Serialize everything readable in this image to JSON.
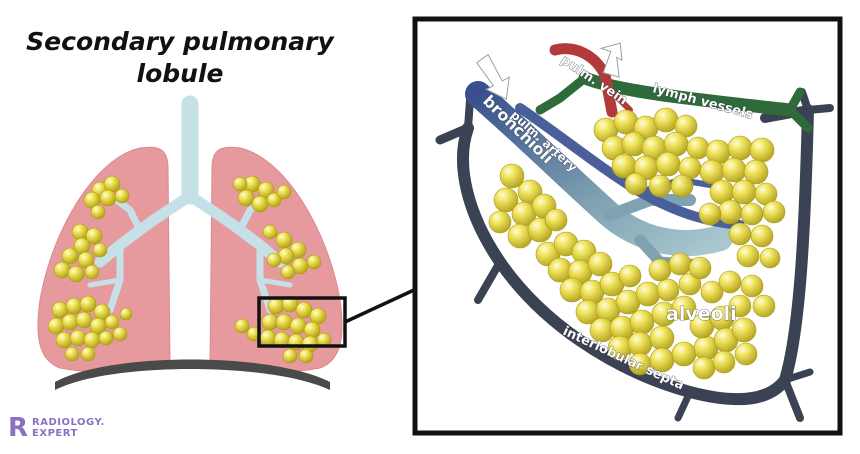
{
  "title": {
    "line1": "Secondary pulmonary",
    "line2": "lobule"
  },
  "labels": {
    "pulm_vein": "pulm. vein",
    "lymph_vessels": "lymph vessels",
    "bronchioli": "bronchioli",
    "pulm_artery": "pulm. artery",
    "alveoli": "alveoli",
    "interlobular_septa": "interlobular septa"
  },
  "logo": {
    "mark": "R",
    "line1": "RADIOLOGY.",
    "line2": "EXPERT"
  },
  "colors": {
    "lung": "#e79a9e",
    "airway": "#c6e0e7",
    "alveoli": "#eadc3a",
    "septa": "#3a4254",
    "vein": "#b23a3a",
    "lymph": "#2f6b3a",
    "artery": "#4a5f9a",
    "brand": "#8a72c2"
  }
}
